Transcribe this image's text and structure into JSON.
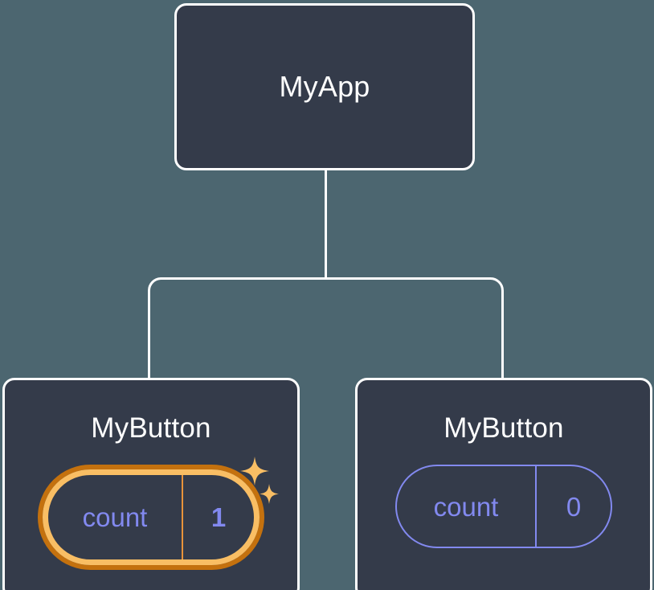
{
  "diagram": {
    "type": "component-tree",
    "background_color": "#4c6670",
    "node_fill_color": "#343b4a",
    "node_border_color": "#ffffff",
    "accent_state_color": "#8289ef",
    "highlight_inner_color": "#f9be64",
    "highlight_outer_color": "#c4710e",
    "sparkle_color": "#f9be64"
  },
  "root": {
    "title": "MyApp"
  },
  "children": [
    {
      "title": "MyButton",
      "state": {
        "key": "count",
        "value": "1"
      },
      "highlighted": "true",
      "sparkle_large": "sparkle-icon",
      "sparkle_small": "sparkle-icon"
    },
    {
      "title": "MyButton",
      "state": {
        "key": "count",
        "value": "0"
      },
      "highlighted": "false"
    }
  ]
}
